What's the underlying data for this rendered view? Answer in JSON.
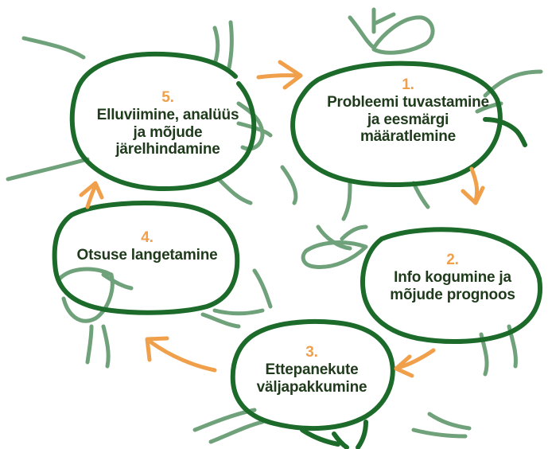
{
  "colors": {
    "outline": "#1c6b2a",
    "twigs": "#6fa27a",
    "arrows": "#f0a04b",
    "number": "#f0a04b",
    "text": "#1f3b1c"
  },
  "steps": [
    {
      "number": "1.",
      "label": "Probleemi tuvastamine\nja eesmärgi\nmääratlemine"
    },
    {
      "number": "2.",
      "label": "Info kogumine ja\nmõjude prognoos"
    },
    {
      "number": "3.",
      "label": "Ettepanekute\nväljapakkumine"
    },
    {
      "number": "4.",
      "label": "Otsuse langetamine"
    },
    {
      "number": "5.",
      "label": "Elluviimine, analüüs\nja mõjude\njärelhindamine"
    }
  ]
}
